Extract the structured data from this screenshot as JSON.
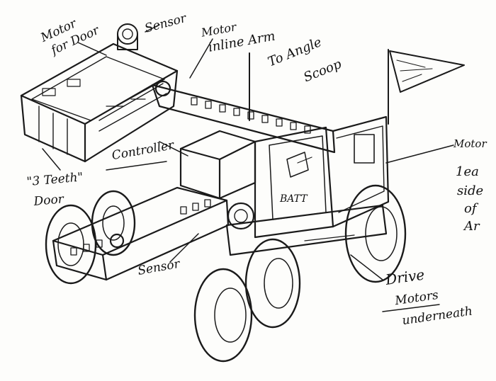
{
  "labels": {
    "motor_for_door": [
      "Motor",
      "for Door"
    ],
    "sensor_top": "Sensor",
    "motor_arm": [
      "Motor",
      "inline Arm",
      "To Angle",
      "Scoop"
    ],
    "controller": "Controller",
    "teeth_door": [
      "\"3 Teeth\"",
      "Door"
    ],
    "motor_right": "Motor",
    "right_side": [
      "1ea",
      "side",
      "of",
      "Ar"
    ],
    "sensor_bottom": "Sensor",
    "drive_motors": [
      "Drive",
      "Motors",
      "underneath"
    ],
    "batt": "BATT"
  },
  "colors": {
    "ink": "#1a1a1a",
    "paper": "#fdfdfb"
  }
}
